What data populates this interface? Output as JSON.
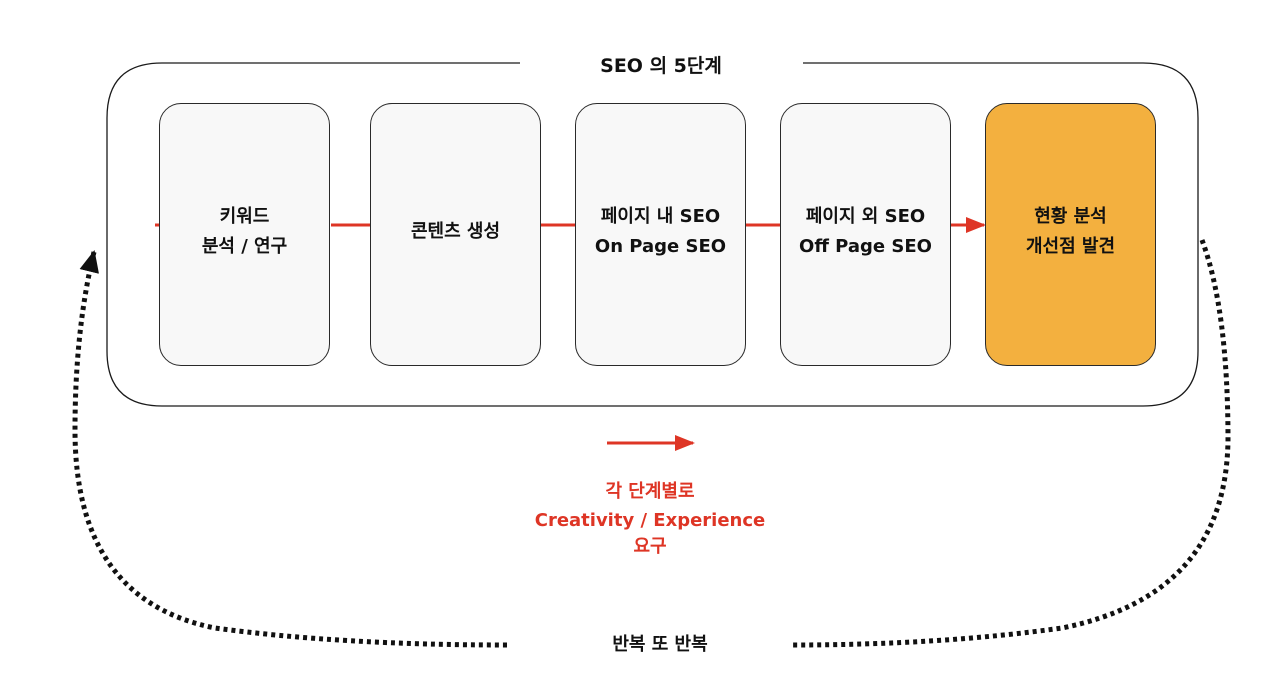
{
  "title": "SEO 의 5단계",
  "stages": [
    {
      "line1": "키워드",
      "line2": "분석 / 연구"
    },
    {
      "line1": "콘텐츠 생성",
      "line2": ""
    },
    {
      "line1": "페이지 내 SEO",
      "line2": "On Page SEO"
    },
    {
      "line1": "페이지 외 SEO",
      "line2": "Off Page SEO"
    },
    {
      "line1": "현황 분석",
      "line2": "개선점 발견"
    }
  ],
  "note": {
    "line1": "각 단계별로",
    "line2": "Creativity / Experience",
    "line3": "요구"
  },
  "repeat_label": "반복 또 반복",
  "colors": {
    "accent_red": "#de3525",
    "highlight_orange": "#f3b03f",
    "card_fill": "#f8f8f8",
    "outline": "#1a1a1a"
  }
}
